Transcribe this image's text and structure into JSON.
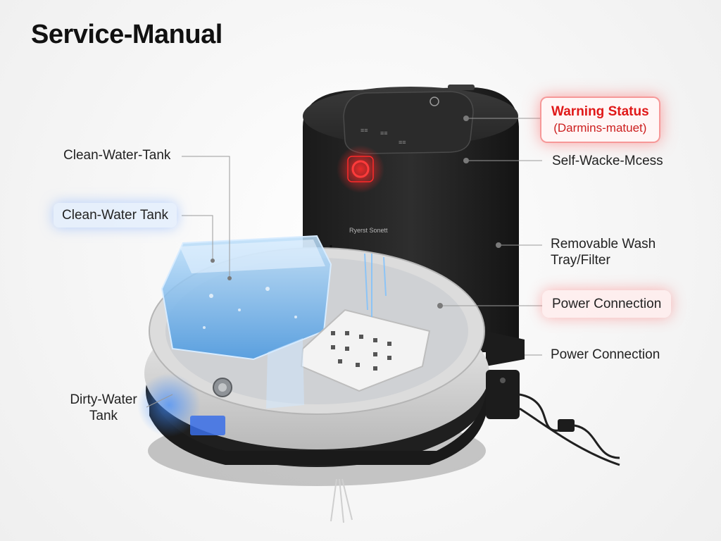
{
  "title": "Service-Manual",
  "labels": {
    "clean_water_tank_top": "Clean-Water-Tank",
    "clean_water_tank": "Clean-Water Tank",
    "dirty_water_tank_line1": "Dirty-Water",
    "dirty_water_tank_line2": "Tank",
    "warning_status": "Warning Status",
    "warning_status_sub": "(Darmins-matuet)",
    "self_wash_access": "Self-Wacke-Mcess",
    "removable_wash_tray_line1": "Removable Wash",
    "removable_wash_tray_line2": "Tray/Filter",
    "power_connection_1": "Power Connection",
    "power_connection_2": "Power Connection",
    "station_brand": "Ryerst Sonett"
  },
  "colors": {
    "warning_red": "#e01818",
    "station_body": "#232323",
    "water_blue": "#5aa6e6",
    "robot_body": "#d9d9d9"
  },
  "icons": {
    "warning_light": "red-ring-light",
    "power_button": "power-button"
  }
}
